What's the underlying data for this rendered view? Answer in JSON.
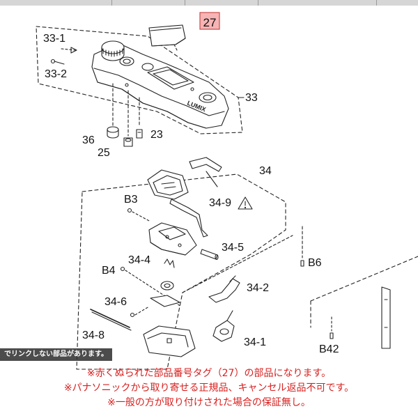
{
  "toolbar": {
    "separators": 4
  },
  "highlight_color": "#f7b4b4",
  "note_color": "#d8201f",
  "labels": {
    "p27": "27",
    "p33_1": "33-1",
    "p33_2": "33-2",
    "p33": "33",
    "p36": "36",
    "p23": "23",
    "p25": "25",
    "p34": "34",
    "p34_9": "34-9",
    "pB3": "B3",
    "p34_5": "34-5",
    "pB6": "B6",
    "p34_4": "34-4",
    "pB4": "B4",
    "p34_2": "34-2",
    "p34_6": "34-6",
    "p34_8": "34-8",
    "p34_1": "34-1",
    "pB42": "B42",
    "lumix": "LUMIX"
  },
  "overlay_text": "でリンクしない部品があります。",
  "notes": [
    "※赤くぬられた部品番号タグ（27）の部品になります。",
    "※パナソニックから取り寄せる正規品、キャンセル返品不可です。",
    "※一般の方が取り付けされた場合の保証無し。"
  ]
}
